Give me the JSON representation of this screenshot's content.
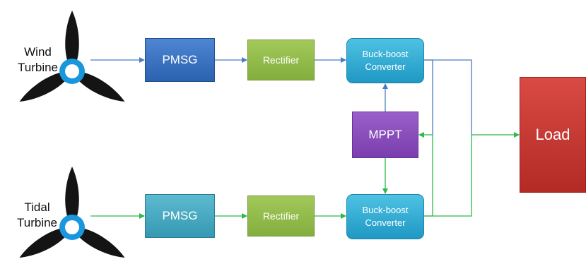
{
  "turbines": {
    "wind": {
      "label_line1": "Wind",
      "label_line2": "Turbine"
    },
    "tidal": {
      "label_line1": "Tidal",
      "label_line2": "Turbine"
    }
  },
  "blocks": {
    "pmsg_wind": "PMSG",
    "pmsg_tidal": "PMSG",
    "rectifier_wind": "Rectifier",
    "rectifier_tidal": "Rectifier",
    "converter_wind": {
      "line1": "Buck-boost",
      "line2": "Converter"
    },
    "converter_tidal": {
      "line1": "Buck-boost",
      "line2": "Converter"
    },
    "mppt": "MPPT",
    "load": "Load"
  },
  "colors": {
    "wind_line": "#4a7cc2",
    "tidal_line": "#2db84a",
    "blade": "#141414",
    "hub": "#1a96dd"
  }
}
